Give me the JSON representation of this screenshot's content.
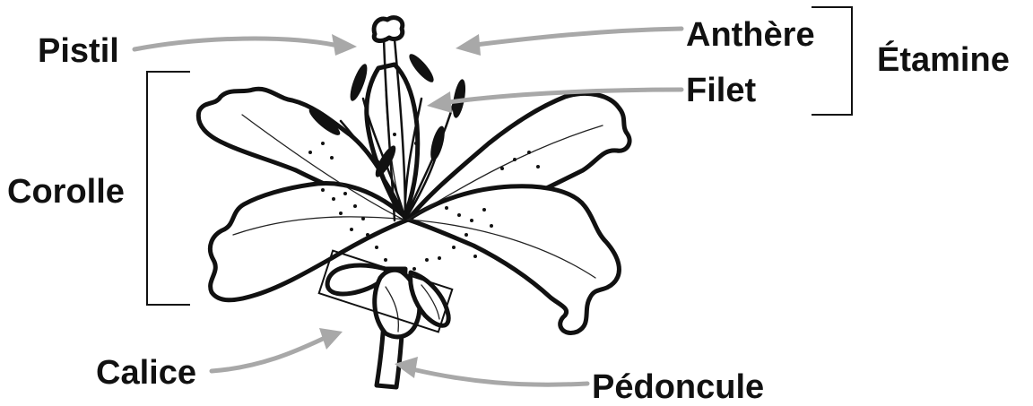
{
  "labels": {
    "pistil": "Pistil",
    "anthere": "Anthère",
    "etamine": "Étamine",
    "filet": "Filet",
    "corolle": "Corolle",
    "calice": "Calice",
    "pedoncule": "Pédoncule"
  },
  "colors": {
    "arrows": "#a8a8a8",
    "ink": "#111111",
    "background": "#ffffff"
  }
}
